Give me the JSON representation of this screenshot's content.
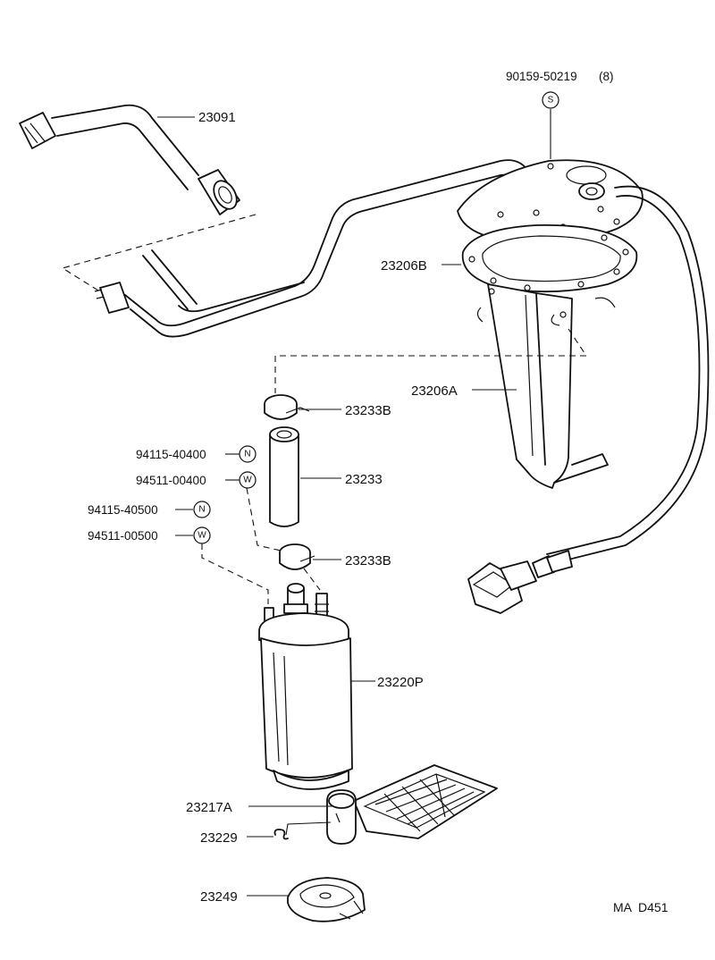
{
  "diagram": {
    "parts": {
      "hose_outlet": "23091",
      "bolt": "90159-50219",
      "bolt_qty": "(8)",
      "gage_sub_assy": "23206B",
      "bracket_assy": "23206A",
      "clamp_upper": "23233B",
      "fuel_hose": "23233",
      "clamp_lower": "23233B",
      "nut_1": "94115-40400",
      "washer_1": "94511-00400",
      "nut_2": "94115-40500",
      "washer_2": "94511-00500",
      "fuel_pump": "23220P",
      "strainer": "23217A",
      "clip": "23229",
      "cushion": "23249"
    },
    "symbols": {
      "s": "S",
      "n": "N",
      "w": "W"
    },
    "code": "MA  D451"
  }
}
